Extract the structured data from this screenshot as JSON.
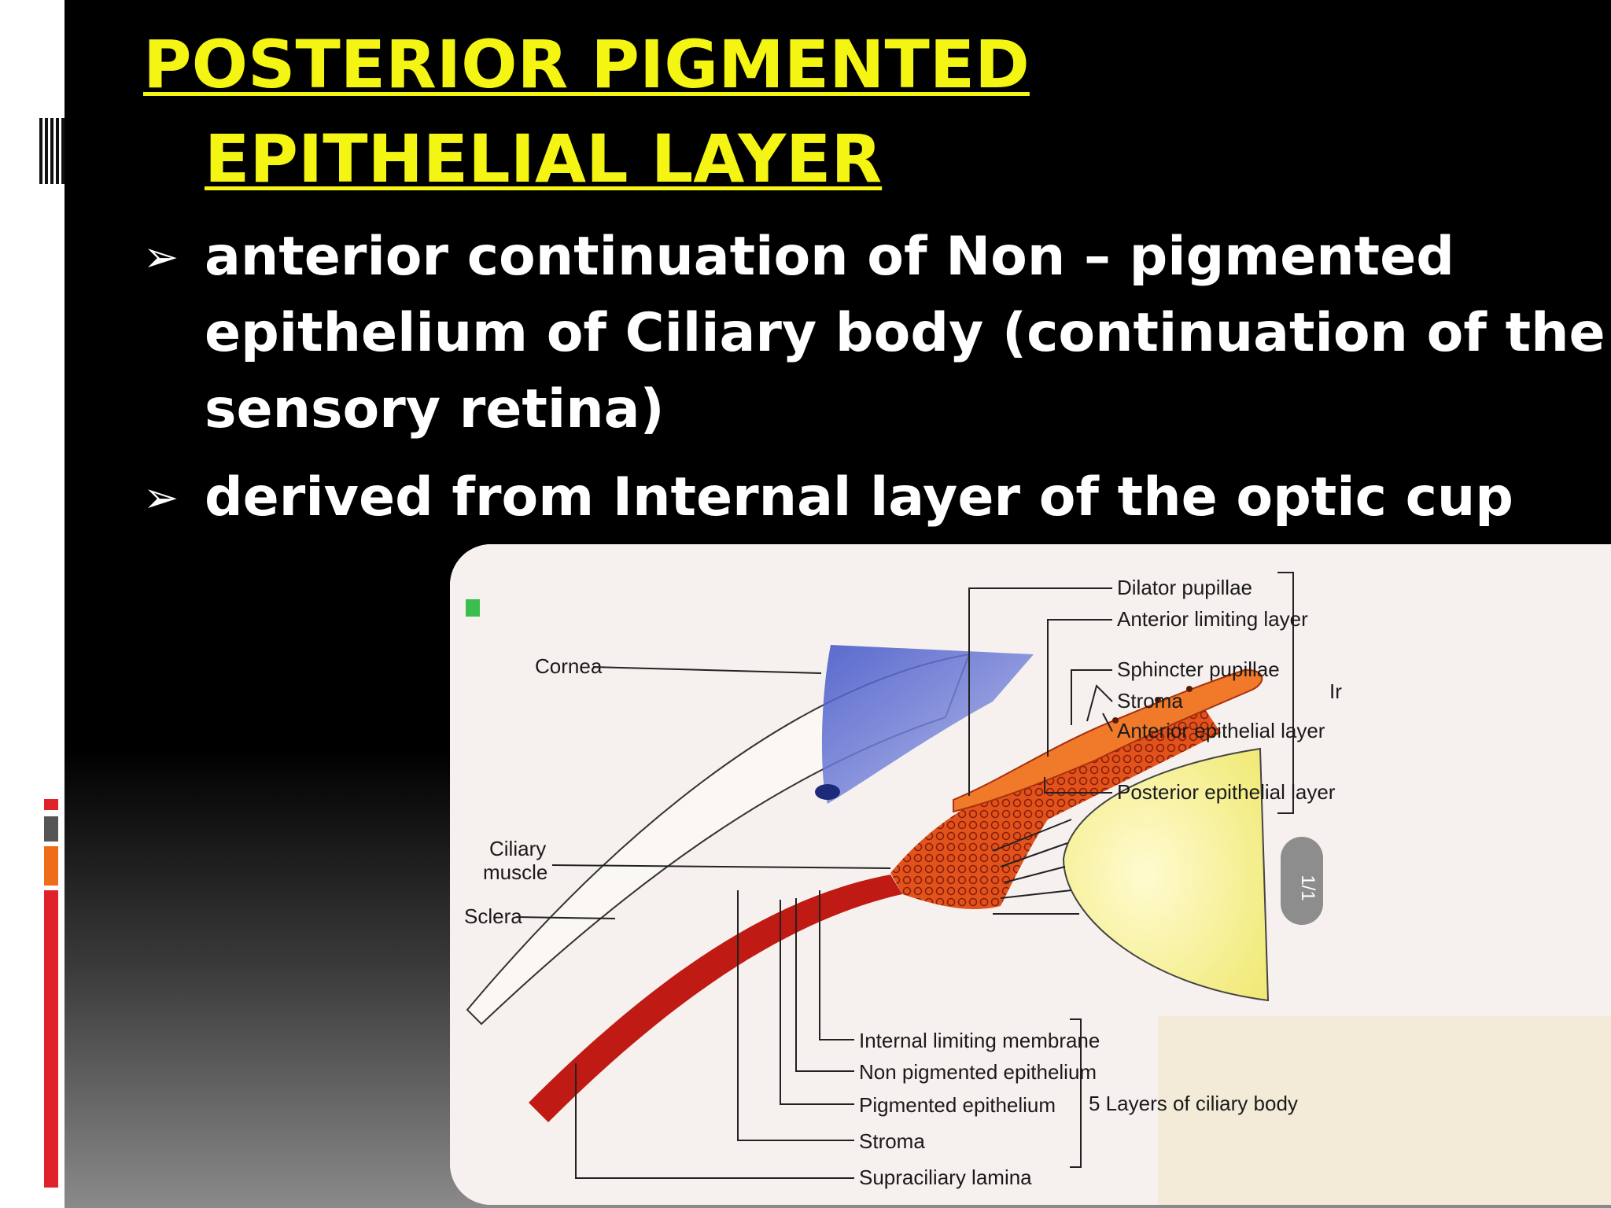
{
  "title": {
    "line1": "POSTERIOR PIGMENTED",
    "line2": "EPITHELIAL LAYER"
  },
  "bullets": [
    {
      "lines": [
        "anterior continuation of Non – pigmented",
        "epithelium of Ciliary body (continuation of the",
        "sensory retina)"
      ]
    },
    {
      "lines": [
        "derived from Internal layer of the optic cup"
      ]
    }
  ],
  "bullet_marker": "➢",
  "colors": {
    "title": "#f5f514",
    "text": "#ffffff",
    "background": "#000000",
    "accent_red": "#e0222a",
    "accent_orange": "#ef6c1a"
  },
  "figure": {
    "left_labels": {
      "cornea": "Cornea",
      "ciliary_muscle_1": "Ciliary",
      "ciliary_muscle_2": "muscle",
      "sclera": "Sclera"
    },
    "iris_labels": [
      "Dilator pupillae",
      "Anterior limiting layer",
      "Sphincter pupillae",
      "Stroma",
      "Anterior epithelial layer",
      "Posterior epithelial layer"
    ],
    "iris_bracket_label": "Ir",
    "ciliary_labels": [
      "Internal limiting membrane",
      "Non pigmented epithelium",
      "Pigmented epithelium",
      "Stroma",
      "Supraciliary lamina"
    ],
    "ciliary_bracket_label": "5 Layers of ciliary body",
    "page_badge": "1/1"
  }
}
